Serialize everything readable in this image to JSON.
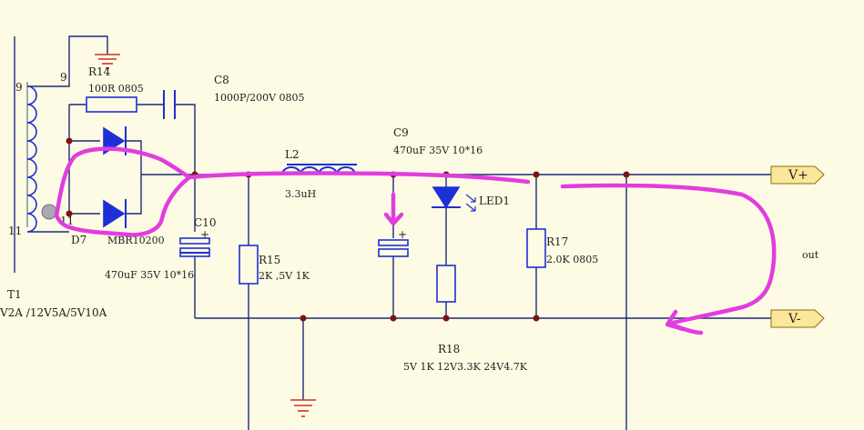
{
  "colors": {
    "background": "#fdfbe3",
    "wire": "#1d2a7a",
    "component": "#1f2fd6",
    "junction": "#7a1414",
    "ground": "#c8342a",
    "annotation": "#e23ce0",
    "port_fill": "#fbe79a",
    "port_stroke": "#8a6d1a"
  },
  "transformer": {
    "ref": "T1",
    "rating": "V2A /12V5A/5V10A",
    "pin_top": "9",
    "pin_top_inner": "9",
    "pin_bottom": "11",
    "pin_bottom_inner": "11"
  },
  "components": {
    "r14": {
      "ref": "R14",
      "value": "100R 0805"
    },
    "c8": {
      "ref": "C8",
      "value": "1000P/200V 0805"
    },
    "d7": {
      "ref": "D7",
      "value": "MBR10200"
    },
    "c10": {
      "ref": "C10",
      "value": "470uF 35V  10*16",
      "polarity": "+"
    },
    "l2": {
      "ref": "L2",
      "value": "3.3uH"
    },
    "r15": {
      "ref": "R15",
      "value": "2K ,5V 1K"
    },
    "c9": {
      "ref": "C9",
      "value": "470uF 35V 10*16",
      "polarity": "+"
    },
    "led1": {
      "ref": "LED1"
    },
    "r17": {
      "ref": "R17",
      "value": "2.0K 0805"
    },
    "r18": {
      "ref": "R18",
      "value": "5V 1K  12V3.3K  24V4.7K"
    }
  },
  "ports": {
    "vplus": "V+",
    "vminus": "V-",
    "out_label": "out"
  }
}
